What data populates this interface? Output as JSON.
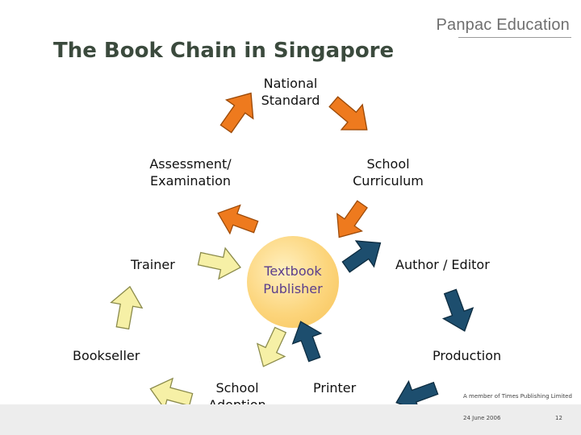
{
  "brand": "Panpac Education",
  "title": "The Book Chain in Singapore",
  "center": {
    "label": "Textbook\nPublisher"
  },
  "nodes": {
    "national_standard": "National\nStandard",
    "school_curriculum": "School\nCurriculum",
    "author_editor": "Author / Editor",
    "production": "Production",
    "printer": "Printer",
    "school_adoption": "School\nAdoption",
    "bookseller": "Bookseller",
    "trainer": "Trainer",
    "assessment": "Assessment/\nExamination"
  },
  "colors": {
    "orange": "#ee7a1e",
    "navy": "#1d4e6e",
    "cream": "#f6f0a6",
    "title": "#3b4a3d",
    "center_text": "#5a3e8c"
  },
  "footer": {
    "member": "A member of Times Publishing Limited",
    "date": "24 June 2006",
    "page": "12"
  }
}
